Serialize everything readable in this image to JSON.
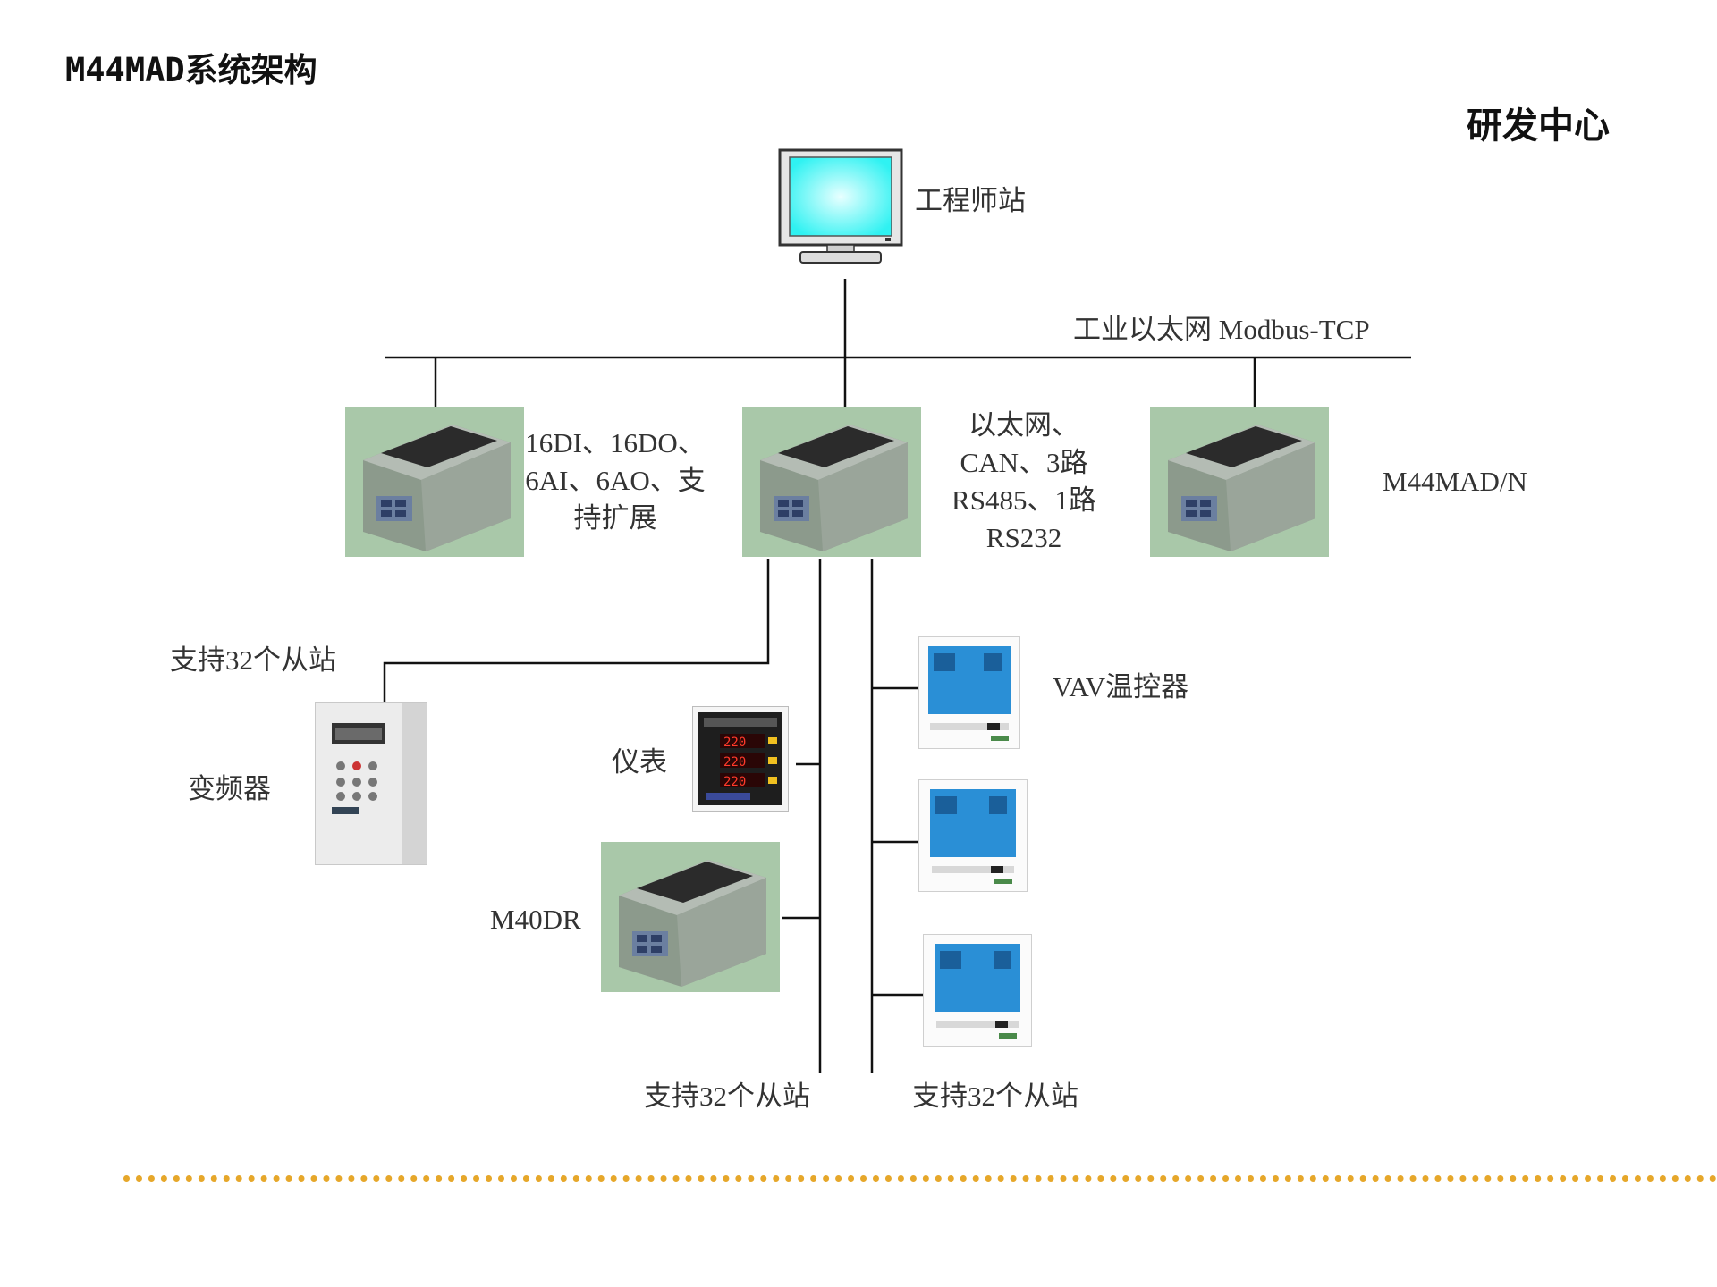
{
  "header": {
    "title": "M44MAD系统架构",
    "dept": "研发中心"
  },
  "nodes": {
    "engineer_station": "工程师站",
    "network": "工业以太网 Modbus-TCP",
    "left_plc_desc": [
      "16DI、16DO、",
      "6AI、6AO、支",
      "持扩展"
    ],
    "center_plc_desc": [
      "以太网、",
      "CAN、3路",
      "RS485、1路",
      "RS232"
    ],
    "right_plc": "M44MAD/N",
    "slave_support_1": "支持32个从站",
    "vfd": "变频器",
    "meter": "仪表",
    "m40dr": "M40DR",
    "vav": "VAV温控器",
    "slave_support_2": "支持32个从站",
    "slave_support_3": "支持32个从站"
  },
  "meter_display": [
    "220",
    "220",
    "220"
  ],
  "colors": {
    "accent_dotline": "#e6a72a",
    "monitor_screen": "#2ff2f2",
    "plc_bg": "#a9c8a9",
    "vav_screen": "#2a8fd6"
  }
}
